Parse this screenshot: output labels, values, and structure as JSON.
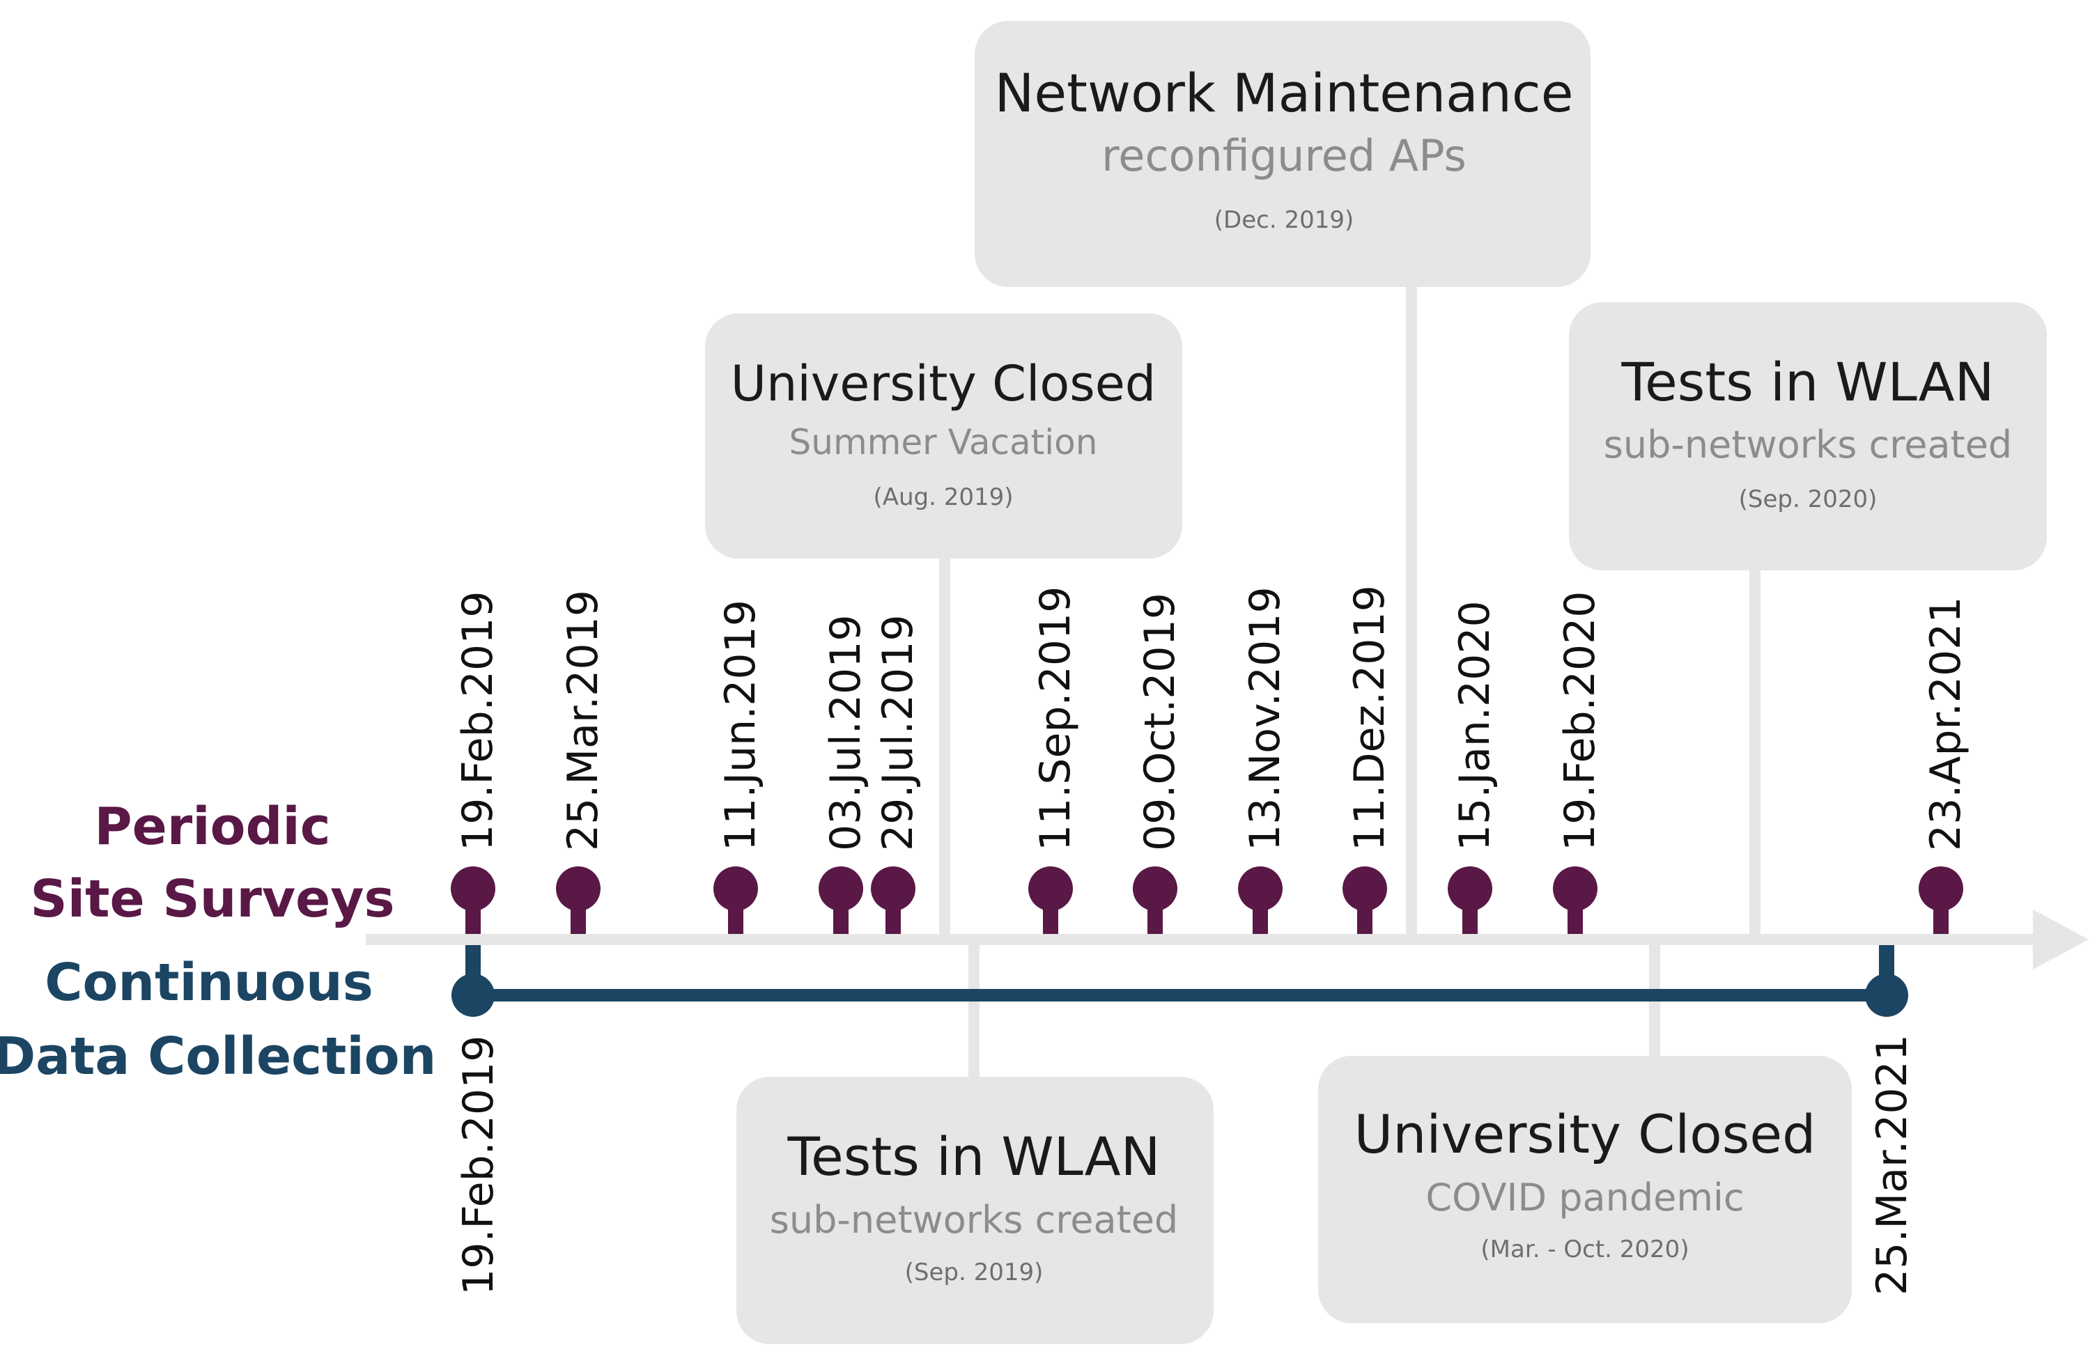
{
  "labels": {
    "periodic": [
      "Periodic",
      "Site Surveys"
    ],
    "continuous": [
      "Continuous",
      "Data Collection"
    ]
  },
  "colors": {
    "survey": "#5a1846",
    "continuous": "#1b4563",
    "axis": "#e6e6e6",
    "box": "#e6e6e6",
    "box_title": "#1a1a1a",
    "box_subtitle": "#8c8c8c",
    "box_date": "#6e6e6e"
  },
  "surveys": [
    "19.Feb.2019",
    "25.Mar.2019",
    "11.Jun.2019",
    "03.Jul.2019",
    "29.Jul.2019",
    "11.Sep.2019",
    "09.Oct.2019",
    "13.Nov.2019",
    "11.Dez.2019",
    "15.Jan.2020",
    "19.Feb.2020",
    "23.Apr.2021"
  ],
  "continuous": {
    "start": "19.Feb.2019",
    "end": "25.Mar.2021"
  },
  "events": [
    {
      "id": "university-closed-summer",
      "title": "University Closed",
      "subtitle": "Summer Vacation",
      "date": "(Aug. 2019)"
    },
    {
      "id": "network-maintenance",
      "title": "Network Maintenance",
      "subtitle": "reconfigured APs",
      "date": "(Dec. 2019)"
    },
    {
      "id": "tests-in-wlan-2020",
      "title": "Tests in WLAN",
      "subtitle": "sub-networks created",
      "date": "(Sep. 2020)"
    },
    {
      "id": "tests-in-wlan-2019",
      "title": "Tests in WLAN",
      "subtitle": "sub-networks created",
      "date": "(Sep. 2019)"
    },
    {
      "id": "university-closed-covid",
      "title": "University Closed",
      "subtitle": "COVID pandemic",
      "date": "(Mar. - Oct. 2020)"
    }
  ]
}
